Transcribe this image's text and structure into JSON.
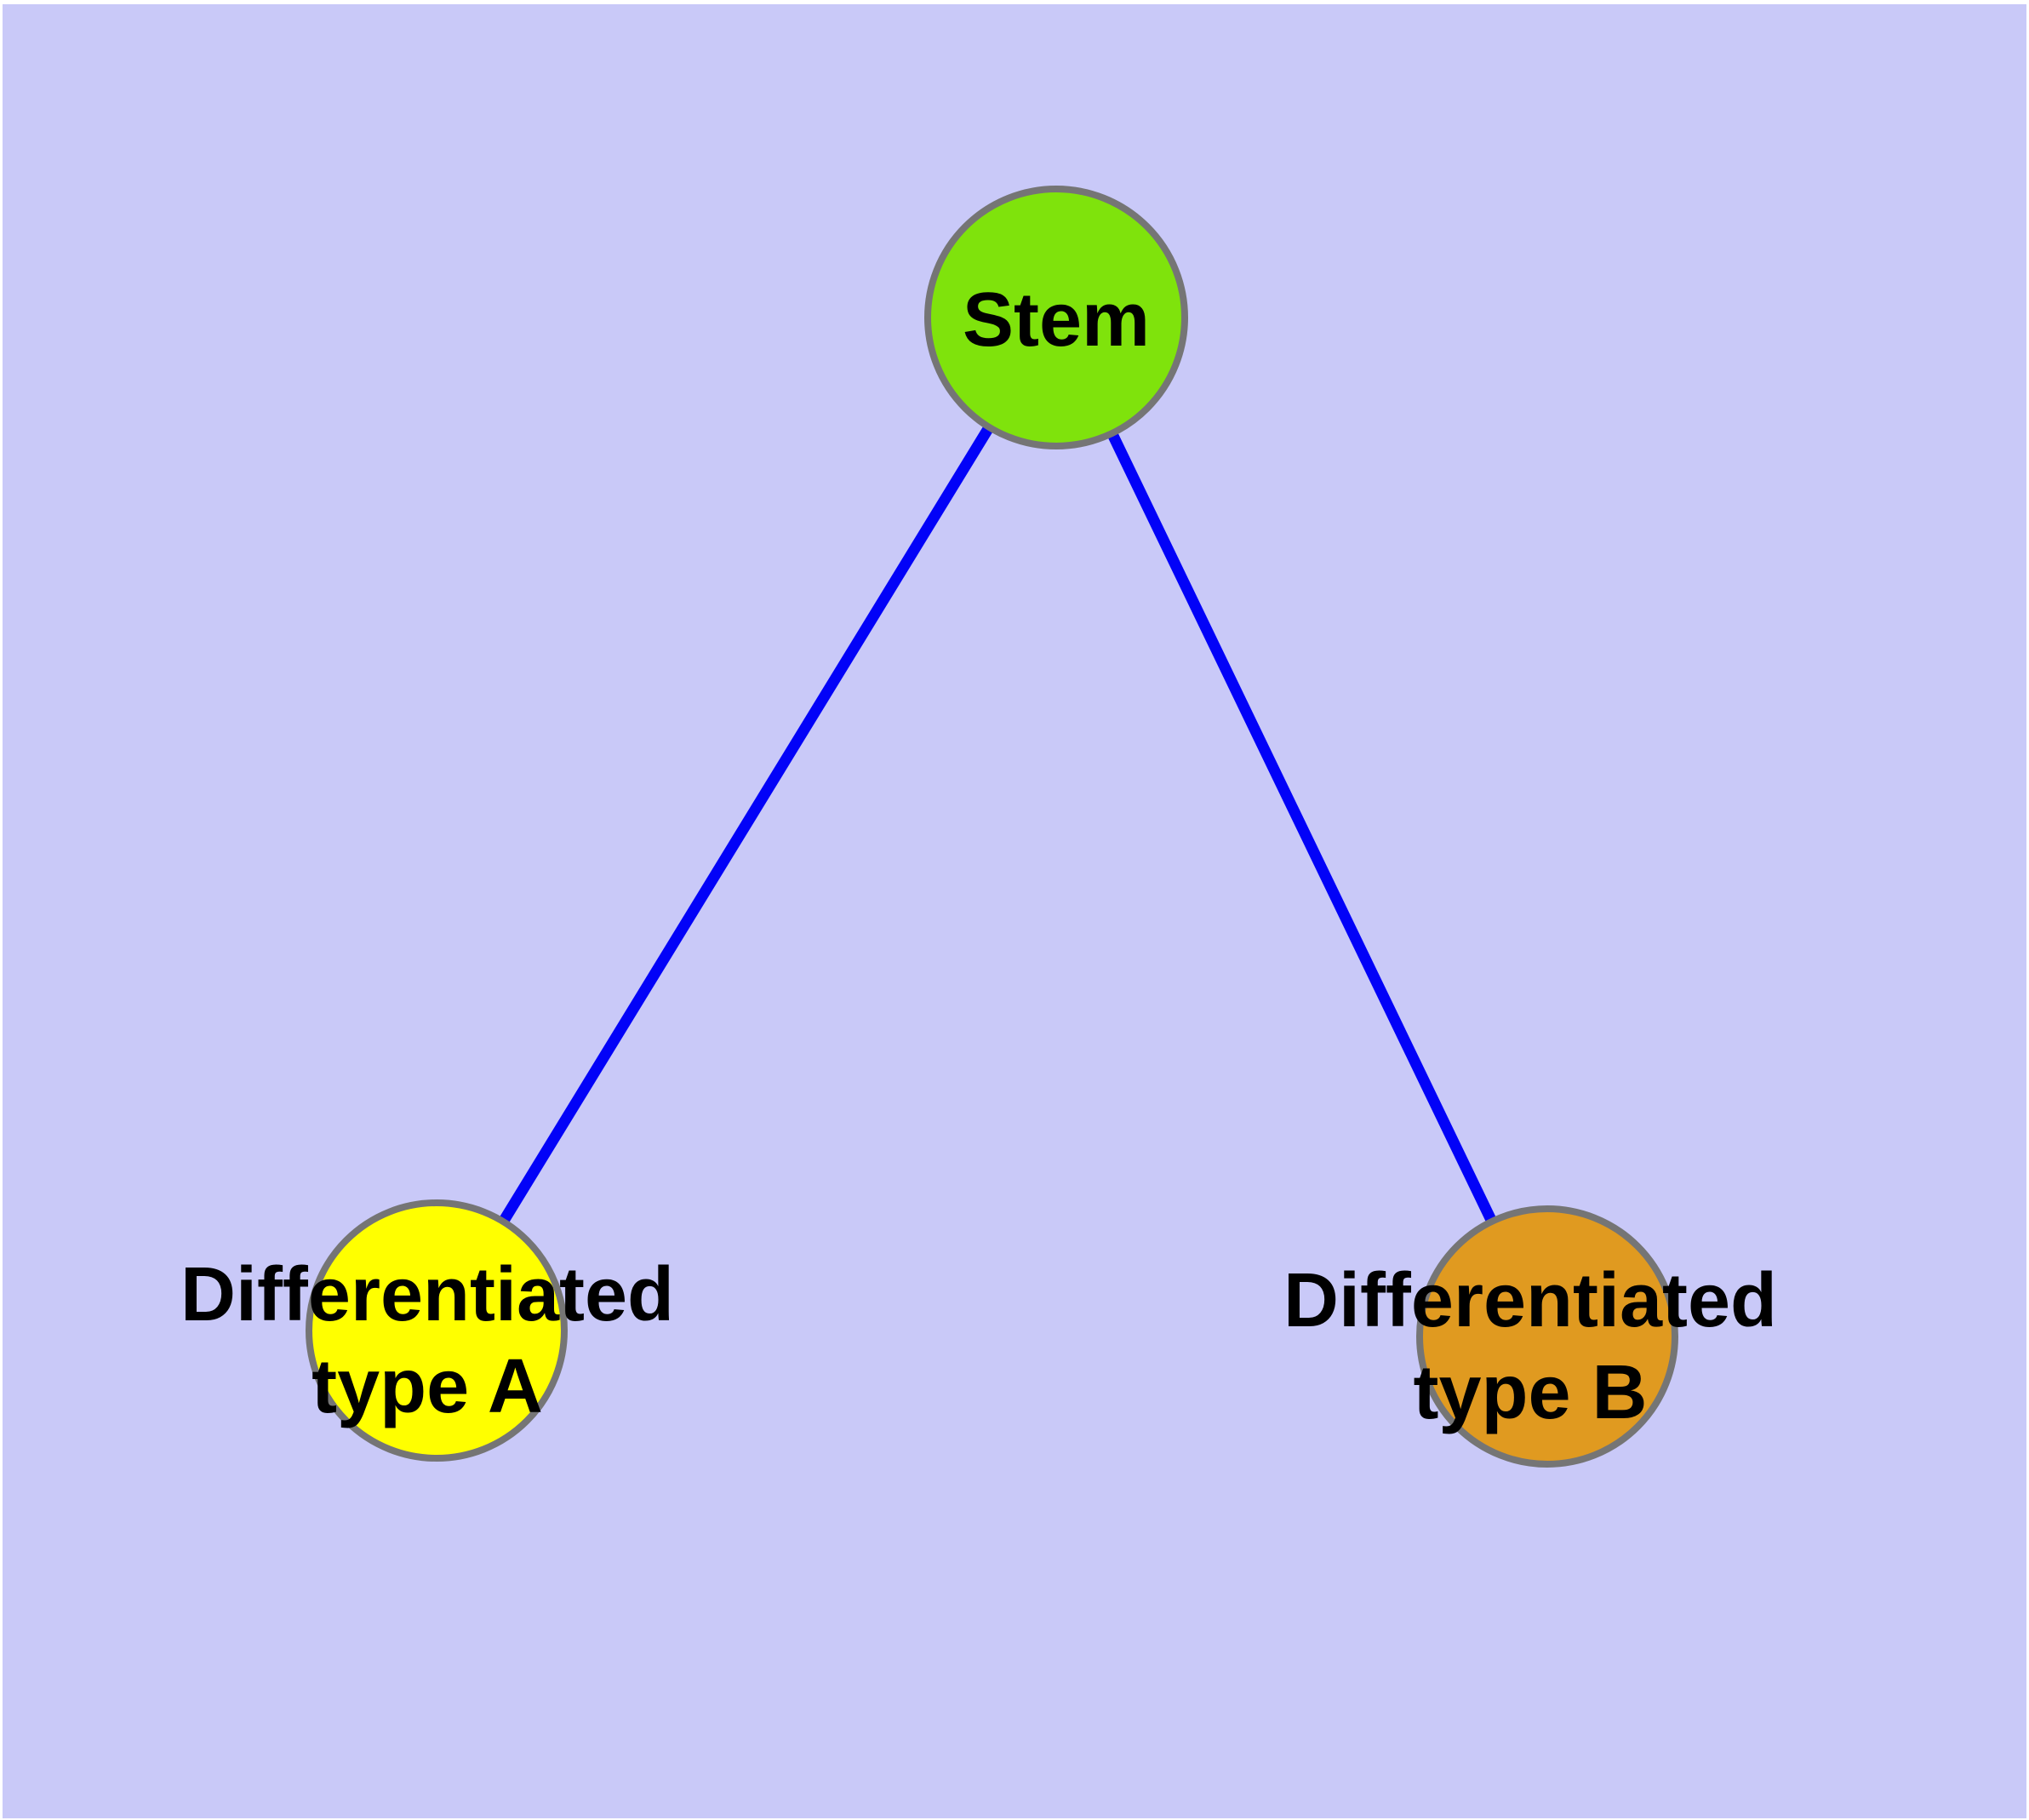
{
  "diagram": {
    "background_color": "#c9c9f8",
    "frame_color": "#ffffff",
    "edge_color": "#0202f8",
    "node_border_color": "#757575",
    "text_color": "#000000",
    "nodes": [
      {
        "id": "stem",
        "label": "Stem",
        "fill": "#7fe30c"
      },
      {
        "id": "diff-a",
        "label_line1": "Differentiated",
        "label_line2": "type A",
        "fill": "#ffff00"
      },
      {
        "id": "diff-b",
        "label_line1": "Differentiated",
        "label_line2": "type B",
        "fill": "#e09a20"
      }
    ],
    "edges": [
      {
        "from": "Stem",
        "to": "Differentiated type A"
      },
      {
        "from": "Stem",
        "to": "Differentiated type B"
      }
    ]
  }
}
